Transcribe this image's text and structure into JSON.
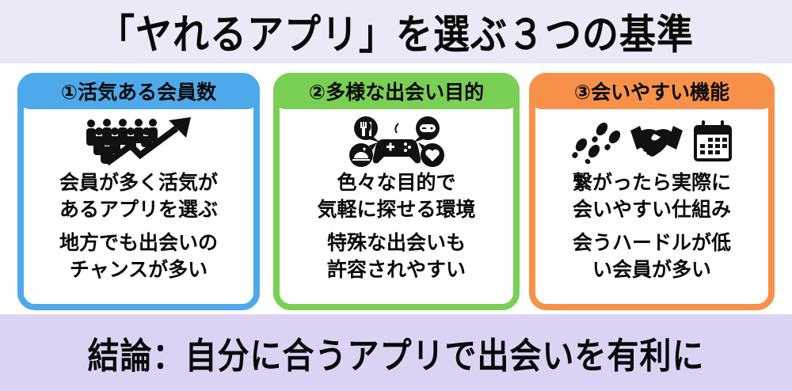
{
  "title": "「ヤれるアプリ」を選ぶ３つの基準",
  "colors": {
    "top_band": "#ECE8F7",
    "bottom_band": "#DCD3F4",
    "card_1": "#4DA9EA",
    "card_2": "#7ACF55",
    "card_3": "#F7914A",
    "text": "#0a0a0a"
  },
  "cards": [
    {
      "heading": "①活気ある会員数",
      "icons": [
        "crowd-growth-icon"
      ],
      "paragraphs": [
        [
          "会員が多く活気が",
          "あるアプリを選ぶ"
        ],
        [
          "地方でも出会いの",
          "チャンスが多い"
        ]
      ]
    },
    {
      "heading": "②多様な出会い目的",
      "icons": [
        "dining-bubble-icon",
        "gamepad-bubble-icon",
        "gamepad-icon",
        "food-dome-bubble-icon",
        "heart-bubble-icon"
      ],
      "paragraphs": [
        [
          "色々な目的で",
          "気軽に探せる環境"
        ],
        [
          "特殊な出会いも",
          "許容されやすい"
        ]
      ]
    },
    {
      "heading": "③会いやすい機能",
      "icons": [
        "footprints-icon",
        "handshake-icon",
        "calendar-icon"
      ],
      "paragraphs": [
        [
          "繋がったら実際に",
          "会いやすい仕組み"
        ],
        [
          "会うハードルが低",
          "い会員が多い"
        ]
      ]
    }
  ],
  "conclusion": "結論：自分に合うアプリで出会いを有利に"
}
